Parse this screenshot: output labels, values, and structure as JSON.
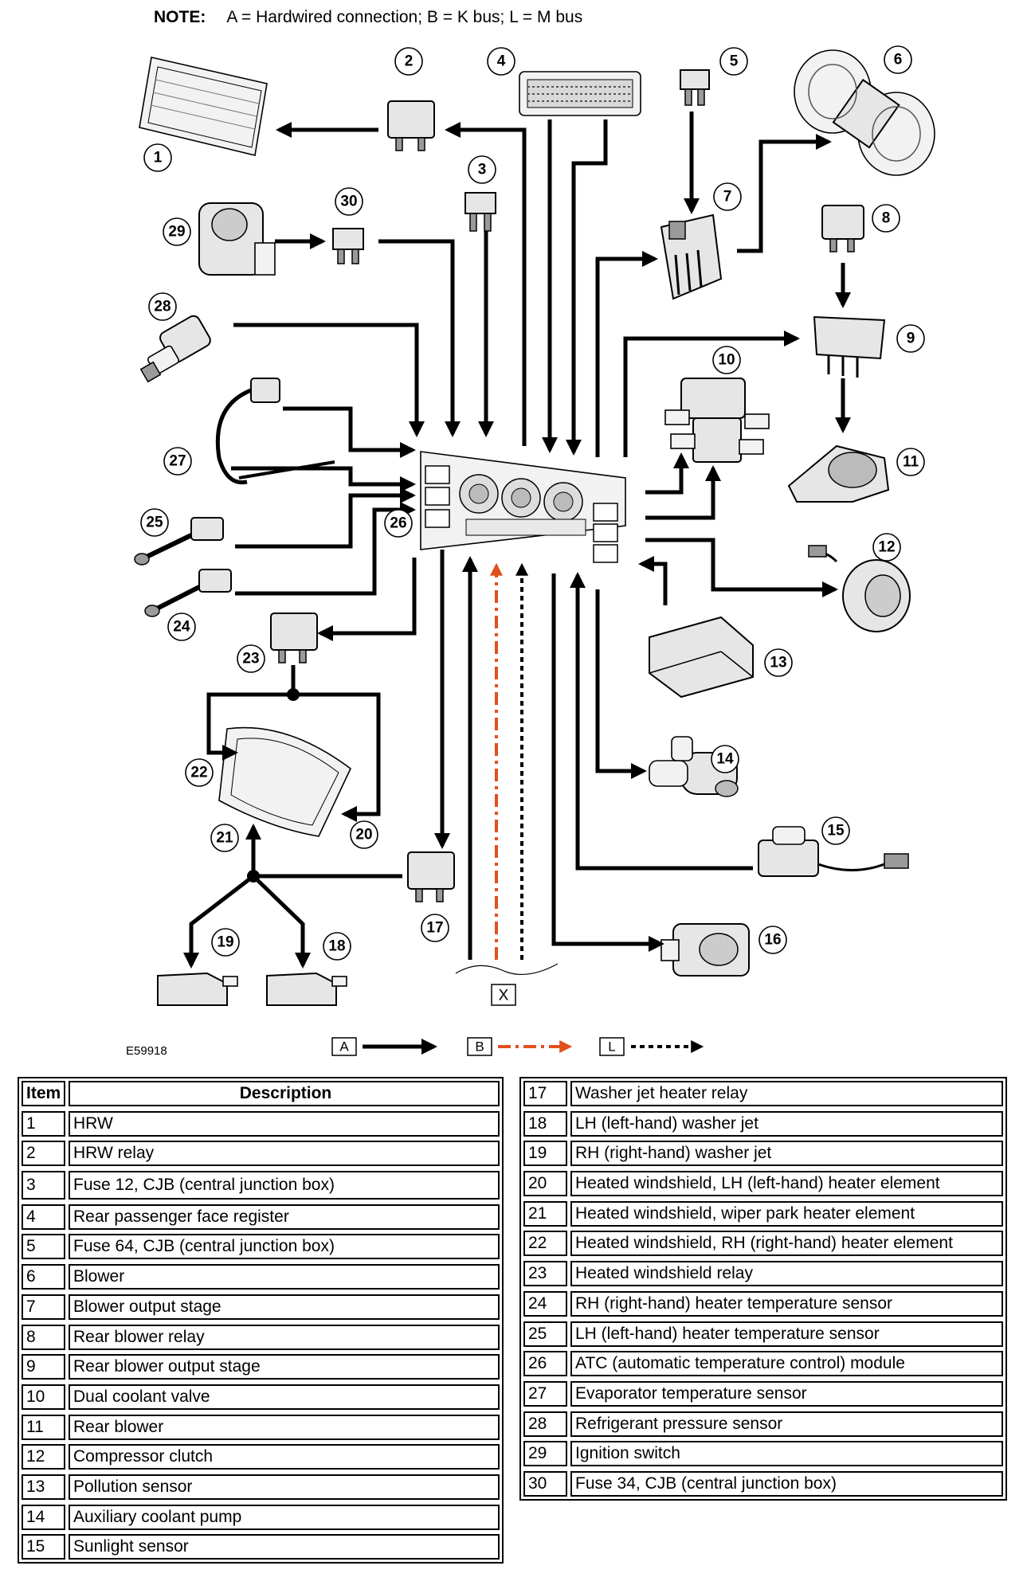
{
  "note": {
    "label": "NOTE:",
    "text": "A = Hardwired connection; B = K bus; L = M bus"
  },
  "figure_id": "E59918",
  "bottom_label": "X",
  "legend": [
    {
      "key": "A",
      "style": "solid"
    },
    {
      "key": "B",
      "style": "dash-dot",
      "color": "#e0501e"
    },
    {
      "key": "L",
      "style": "dotted"
    }
  ],
  "callouts": [
    "1",
    "2",
    "3",
    "4",
    "5",
    "6",
    "7",
    "8",
    "9",
    "10",
    "11",
    "12",
    "13",
    "14",
    "15",
    "16",
    "17",
    "18",
    "19",
    "20",
    "21",
    "22",
    "23",
    "24",
    "25",
    "26",
    "27",
    "28",
    "29",
    "30"
  ],
  "table_left": {
    "header": {
      "item": "Item",
      "description": "Description"
    },
    "rows": [
      {
        "item": "1",
        "description": "HRW"
      },
      {
        "item": "2",
        "description": "HRW relay"
      },
      {
        "item": "3",
        "description": "Fuse 12, CJB (central junction box)"
      },
      {
        "item": "4",
        "description": "Rear passenger face register"
      },
      {
        "item": "5",
        "description": "Fuse 64, CJB (central junction box)"
      },
      {
        "item": "6",
        "description": "Blower"
      },
      {
        "item": "7",
        "description": "Blower output stage"
      },
      {
        "item": "8",
        "description": "Rear blower relay"
      },
      {
        "item": "9",
        "description": "Rear blower output stage"
      },
      {
        "item": "10",
        "description": "Dual coolant valve"
      },
      {
        "item": "11",
        "description": "Rear blower"
      },
      {
        "item": "12",
        "description": "Compressor clutch"
      },
      {
        "item": "13",
        "description": "Pollution sensor"
      },
      {
        "item": "14",
        "description": "Auxiliary coolant pump"
      },
      {
        "item": "15",
        "description": "Sunlight sensor"
      }
    ]
  },
  "table_right": {
    "rows": [
      {
        "item": "17",
        "description": "Washer jet heater relay"
      },
      {
        "item": "18",
        "description": "LH (left-hand) washer jet"
      },
      {
        "item": "19",
        "description": "RH (right-hand) washer jet"
      },
      {
        "item": "20",
        "description": "Heated windshield, LH (left-hand) heater element"
      },
      {
        "item": "21",
        "description": "Heated windshield, wiper park heater element"
      },
      {
        "item": "22",
        "description": "Heated windshield, RH (right-hand) heater element"
      },
      {
        "item": "23",
        "description": "Heated windshield relay"
      },
      {
        "item": "24",
        "description": "RH (right-hand) heater temperature sensor"
      },
      {
        "item": "25",
        "description": "LH (left-hand) heater temperature sensor"
      },
      {
        "item": "26",
        "description": "ATC (automatic temperature control) module"
      },
      {
        "item": "27",
        "description": "Evaporator temperature sensor"
      },
      {
        "item": "28",
        "description": "Refrigerant pressure sensor"
      },
      {
        "item": "29",
        "description": "Ignition switch"
      },
      {
        "item": "30",
        "description": "Fuse 34, CJB (central junction box)"
      }
    ]
  }
}
